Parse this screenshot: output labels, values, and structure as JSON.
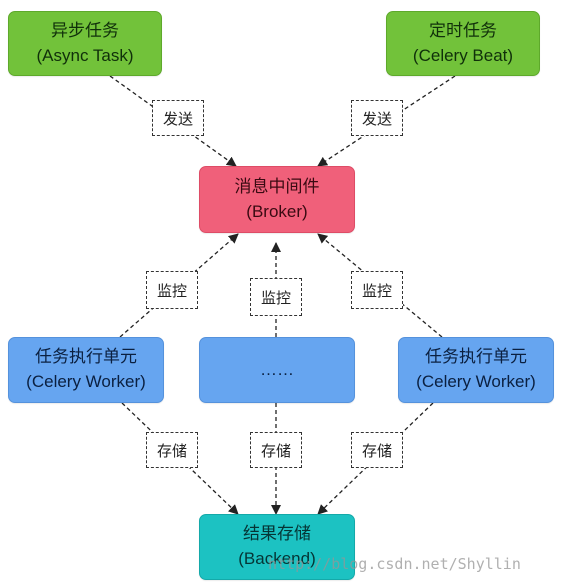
{
  "nodes": {
    "async_task": {
      "line1": "异步任务",
      "line2": "(Async Task)"
    },
    "celery_beat": {
      "line1": "定时任务",
      "line2": "(Celery Beat)"
    },
    "broker": {
      "line1": "消息中间件",
      "line2": "(Broker)"
    },
    "worker_left": {
      "line1": "任务执行单元",
      "line2": "(Celery Worker)"
    },
    "worker_middle": {
      "line1": "……"
    },
    "worker_right": {
      "line1": "任务执行单元",
      "line2": "(Celery Worker)"
    },
    "backend": {
      "line1": "结果存储",
      "line2": "(Backend)"
    }
  },
  "edge_labels": {
    "send": "发送",
    "monitor": "监控",
    "store": "存储"
  },
  "colors": {
    "task_nodes": "#72c23a",
    "broker": "#f0607a",
    "worker": "#66a5f0",
    "backend": "#1cc2c2"
  },
  "watermark": "http://blog.csdn.net/Shyllin"
}
